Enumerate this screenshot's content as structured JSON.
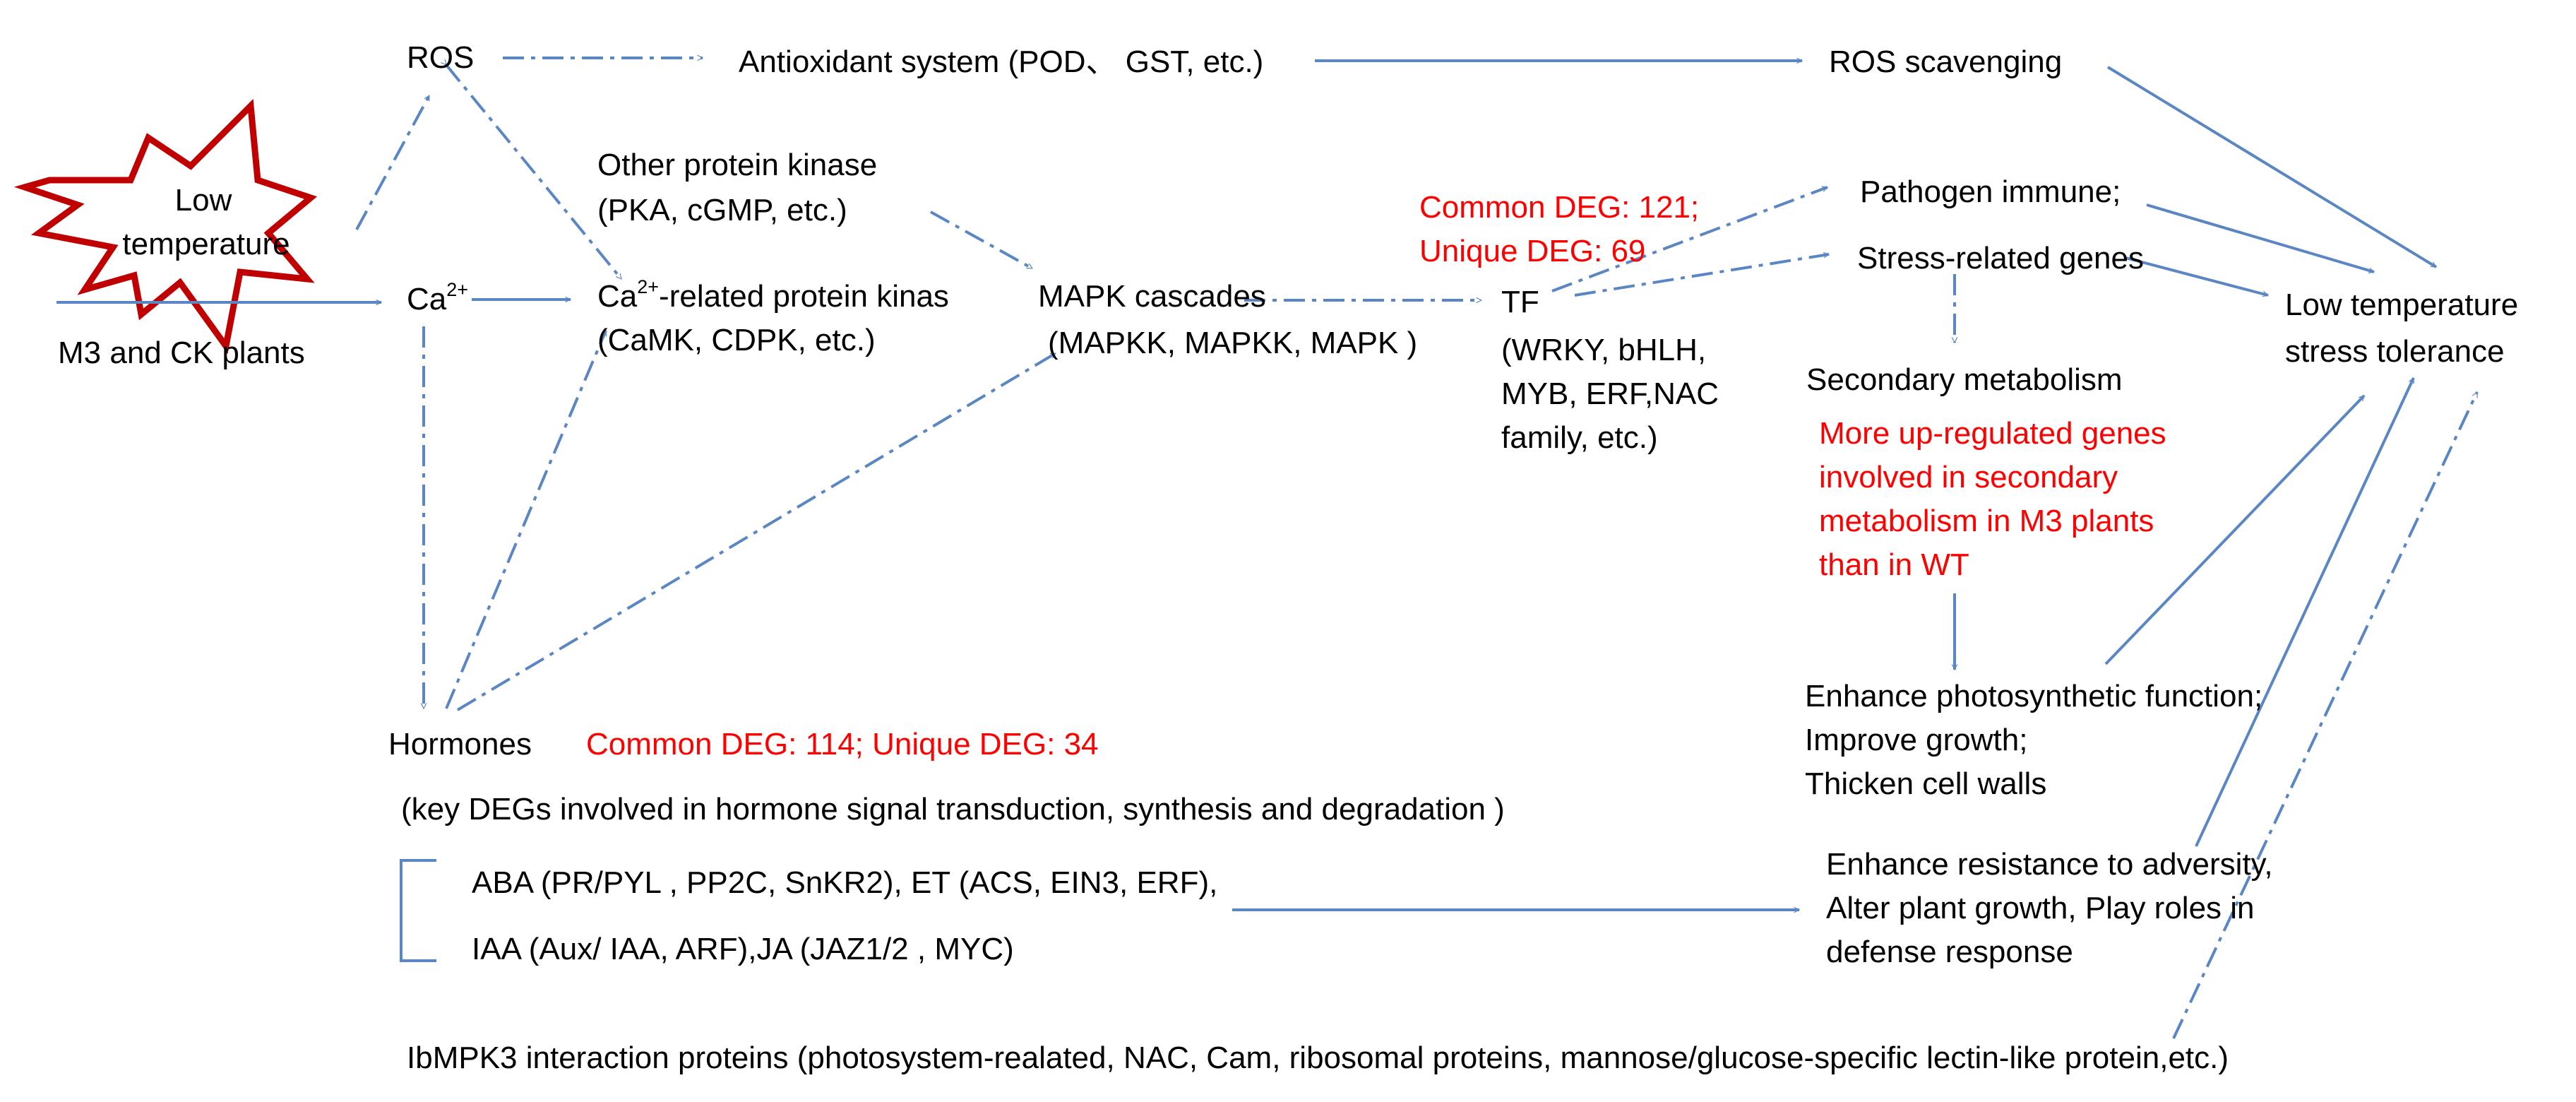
{
  "nodes": {
    "ros": "ROS",
    "antioxidant": "Antioxidant system (POD、 GST, etc.)",
    "ros_scavenging": "ROS scavenging",
    "low_temp_star_1": "Low",
    "low_temp_star_2": "temperature",
    "plants": "M3 and CK plants",
    "ca_base": "Ca",
    "ca_sup": "2+",
    "other_kinase_1": "Other protein kinase",
    "other_kinase_2": "(PKA, cGMP, etc.)",
    "ca_kinase_pre": "Ca",
    "ca_kinase_sup": "2+",
    "ca_kinase_post": "-related protein kinas",
    "ca_kinase_2": "(CaMK, CDPK, etc.)",
    "mapk_1": "MAPK cascades",
    "mapk_2": "(MAPKK, MAPKK, MAPK )",
    "tf": "TF",
    "tf_2": "(WRKY, bHLH,",
    "tf_3": "MYB, ERF,NAC",
    "tf_4": "family, etc.)",
    "tf_deg_1": "Common DEG: 121;",
    "tf_deg_2": "Unique DEG: 69",
    "pathogen": "Pathogen immune;",
    "stress_genes": "Stress-related genes",
    "secondary": "Secondary metabolism",
    "secondary_note_1": "More up-regulated genes",
    "secondary_note_2": "involved in secondary",
    "secondary_note_3": "metabolism in M3 plants",
    "secondary_note_4": "than in WT",
    "enhance_1": "Enhance photosynthetic function;",
    "enhance_2": "Improve growth;",
    "enhance_3": "Thicken cell walls",
    "tolerance_1": "Low temperature",
    "tolerance_2": "stress tolerance",
    "hormones": "Hormones",
    "hormones_deg": "Common DEG: 114;  Unique DEG: 34",
    "hormone_desc": "(key DEGs  involved in hormone signal transduction, synthesis and degradation )",
    "hormone_list_1": "ABA (PR/PYL , PP2C, SnKR2), ET (ACS, EIN3, ERF),",
    "hormone_list_2": "IAA  (Aux/ IAA, ARF),JA (JAZ1/2 , MYC)",
    "resistance_1": "Enhance resistance to adversity,",
    "resistance_2": "Alter plant growth, Play roles in",
    "resistance_3": "defense response",
    "interaction": "IbMPK3 interaction proteins  (photosystem-realated, NAC, Cam, ribosomal proteins,  mannose/glucose-specific lectin-like protein,etc.)"
  },
  "colors": {
    "arrow": "#5b86c4",
    "highlight_text": "#ff0000",
    "star_outline": "#c00000"
  }
}
